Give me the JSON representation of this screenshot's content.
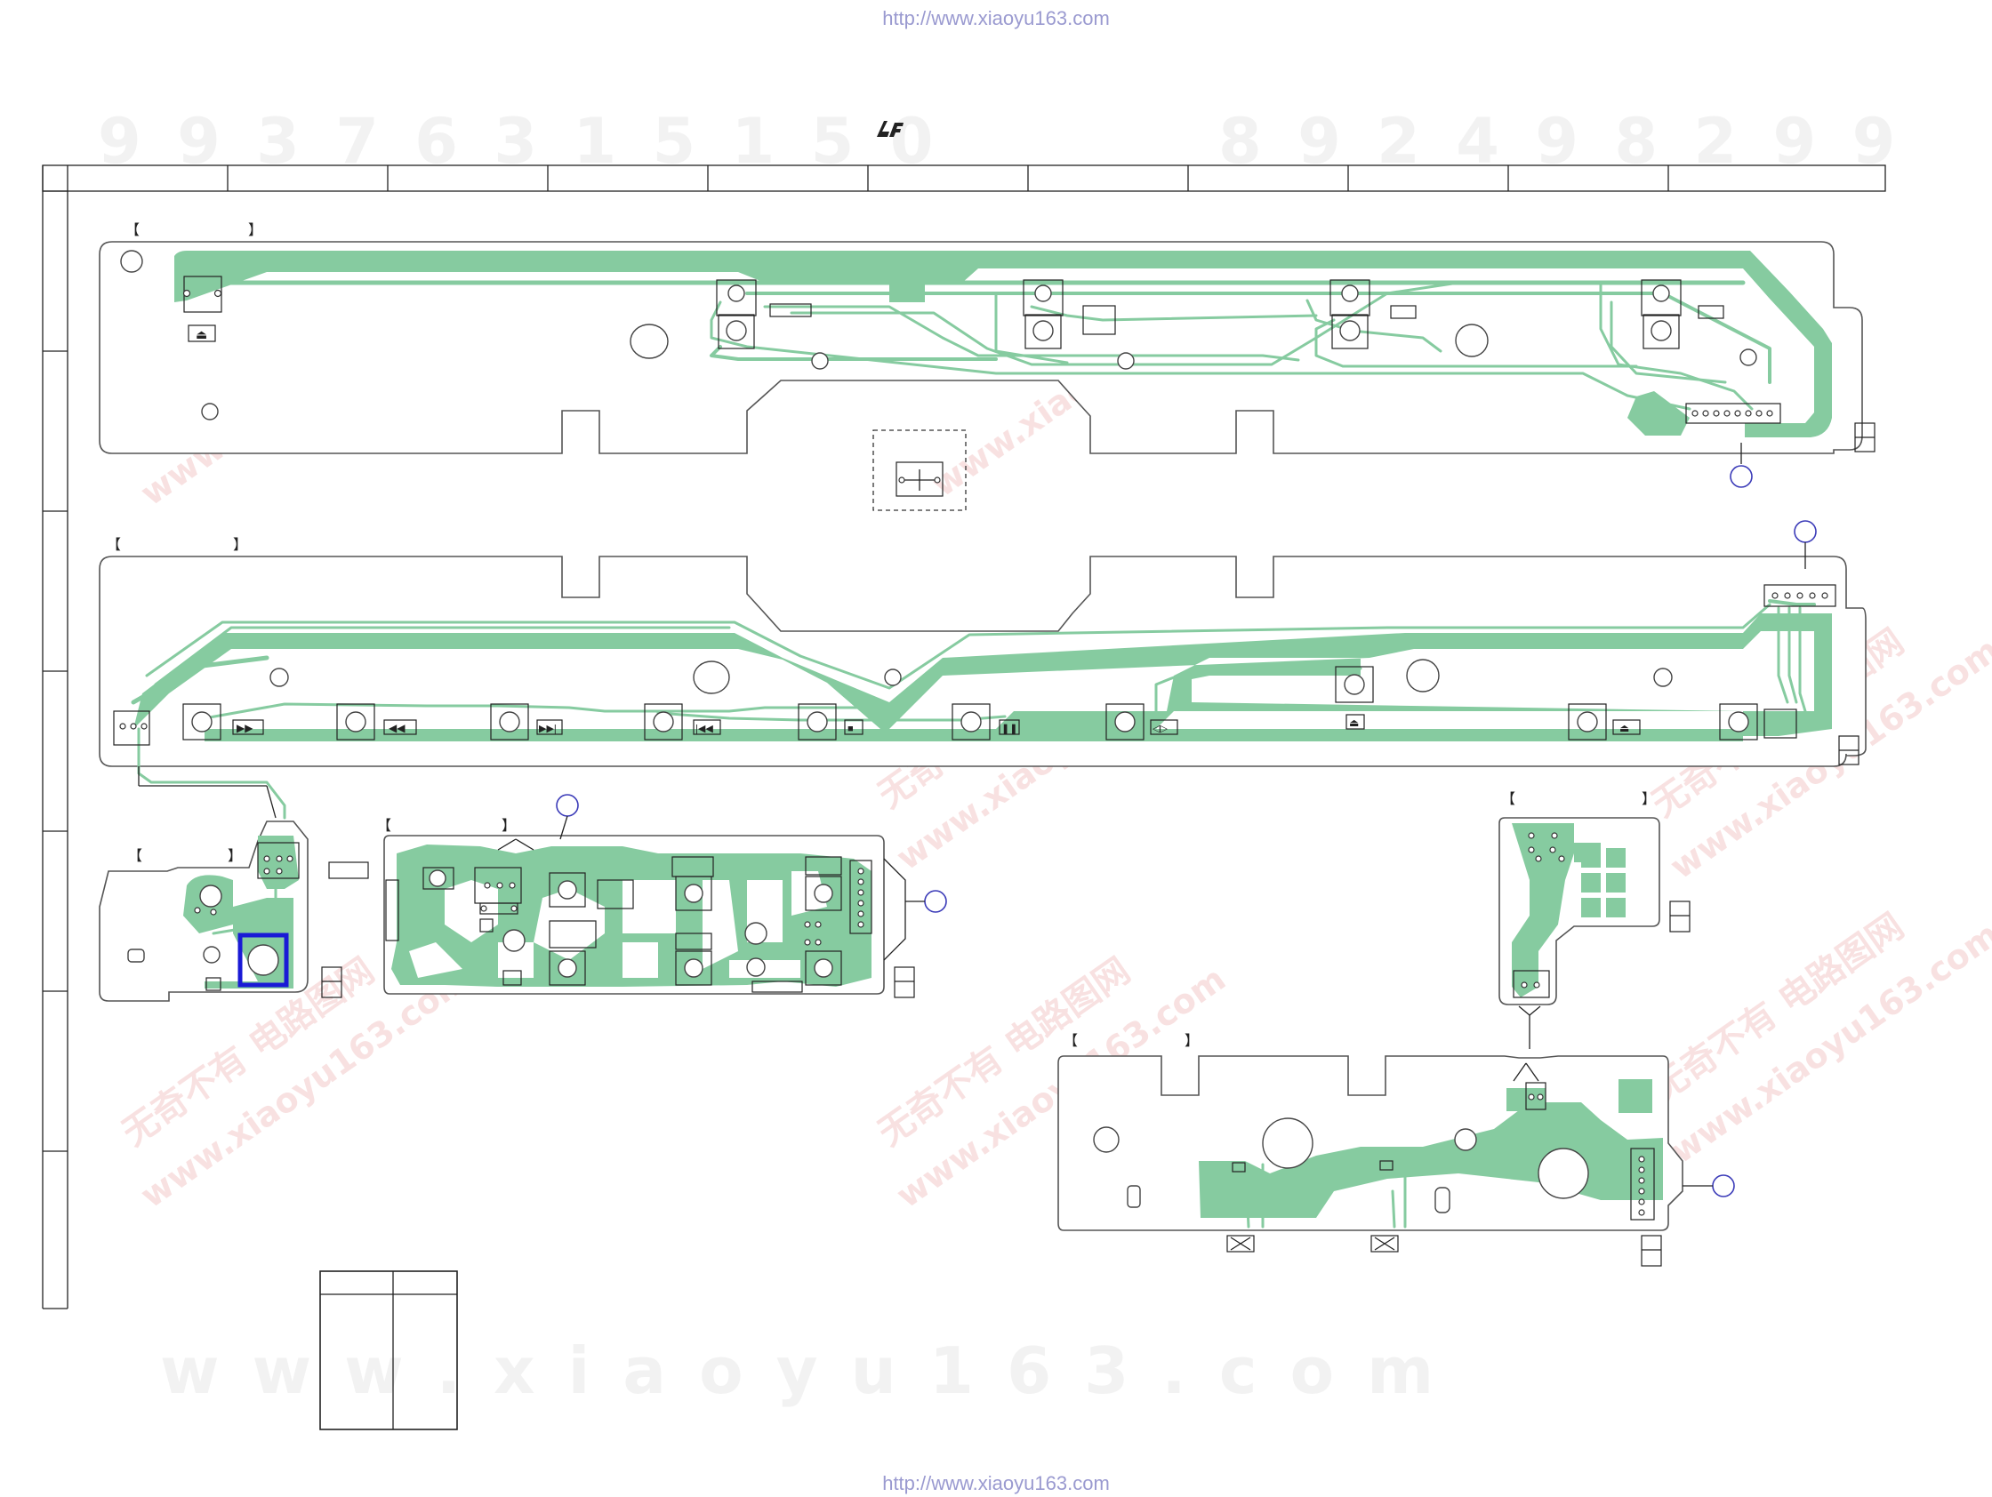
{
  "header_url": "http://www.xiaoyu163.com",
  "footer_url": "http://www.xiaoyu163.com",
  "watermark_top_left": "9 9 3 7 6 3 1 5 1 5 0",
  "watermark_top_right": "8 9 2 4 9 8 2 9 9",
  "watermark_bottom": "w w w . x i a o y u 1 6 3 . c o m",
  "watermark_diag_cn": "无奇不有 电路图网",
  "watermark_diag_en": "www.xiaoyu163.com",
  "colors": {
    "copper": "#86cba0",
    "outline": "#555555",
    "connector_circle": "#3b3bb8",
    "highlight": "#1a1ad6"
  },
  "board_symbols": {
    "eject": "⏏",
    "ffwd": "▶▶",
    "rew": "◀◀",
    "next": "▶▶|",
    "prev": "|◀◀",
    "stop": "■",
    "pause": "❚❚",
    "play": "◁▷"
  }
}
